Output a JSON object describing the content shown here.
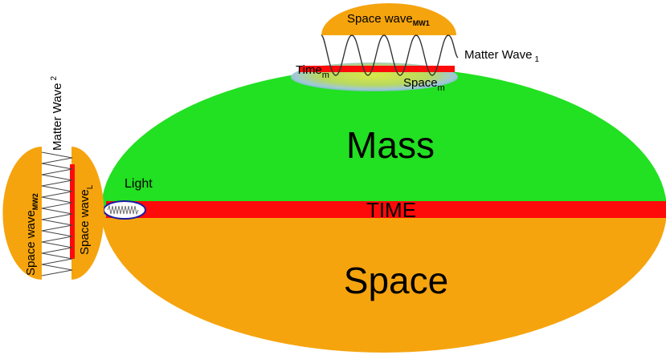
{
  "labels": {
    "mass": "Mass",
    "time": "TIME",
    "space": "Space",
    "light": "Light",
    "space_wave_mw1": "Space wave",
    "space_wave_mw1_sub": "MW1",
    "matter_wave_1": "Matter Wave",
    "matter_wave_1_sub": "1",
    "time_m": "Time",
    "time_m_sub": "m",
    "space_m": "Space",
    "space_m_sub": "m",
    "matter_wave_2": "Matter Wave",
    "matter_wave_2_sub": "2",
    "space_wave_mw2": "Space wave",
    "space_wave_mw2_sub": "MW2",
    "space_wave_l": "Space wave",
    "space_wave_l_sub": "L"
  },
  "colors": {
    "mass_green": "#22e022",
    "space_orange": "#f5a40e",
    "time_red": "#ff0a0a",
    "light_outline": "#1a1aa0",
    "wave_stroke": "#333333"
  },
  "icons": {
    "light": "light-oval-icon"
  }
}
